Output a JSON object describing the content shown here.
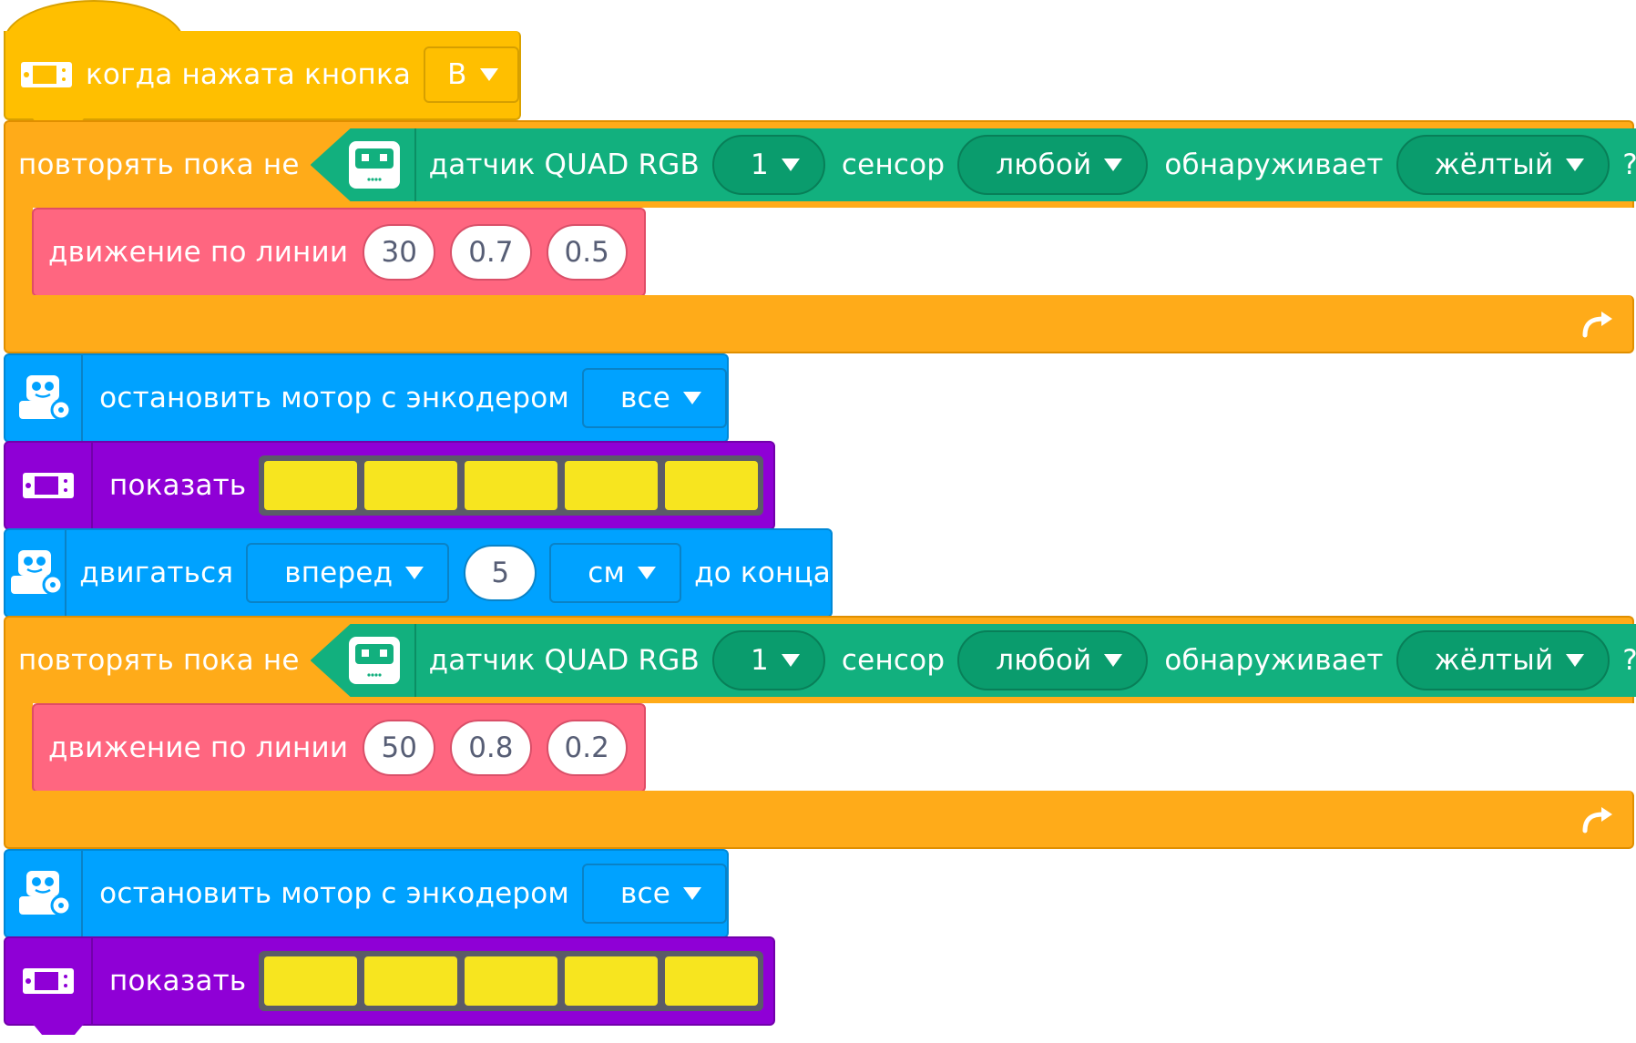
{
  "hat": {
    "label": "когда нажата кнопка",
    "button_value": "B",
    "icon": "board-icon"
  },
  "loops": [
    {
      "label": "повторять пока не",
      "condition": {
        "icon": "quad-rgb-sensor-icon",
        "sensor_label": "датчик QUAD RGB",
        "port_value": "1",
        "sensor_word": "сенсор",
        "sensor_value": "любой",
        "detects_word": "обнаруживает",
        "color_value": "жёлтый",
        "qmark": "?"
      },
      "line": {
        "label": "движение по линии",
        "speed": "30",
        "kp": "0.7",
        "kd": "0.5"
      }
    },
    {
      "label": "повторять пока не",
      "condition": {
        "icon": "quad-rgb-sensor-icon",
        "sensor_label": "датчик QUAD RGB",
        "port_value": "1",
        "sensor_word": "сенсор",
        "sensor_value": "любой",
        "detects_word": "обнаруживает",
        "color_value": "жёлтый",
        "qmark": "?"
      },
      "line": {
        "label": "движение по линии",
        "speed": "50",
        "kp": "0.8",
        "kd": "0.2"
      }
    }
  ],
  "stop_motor": [
    {
      "label": "остановить мотор с энкодером",
      "value": "все",
      "icon": "robot-icon"
    },
    {
      "label": "остановить мотор с энкодером",
      "value": "все",
      "icon": "robot-icon"
    }
  ],
  "show": [
    {
      "label": "показать",
      "icon": "board-icon",
      "leds": [
        "yellow",
        "yellow",
        "yellow",
        "yellow",
        "yellow"
      ]
    },
    {
      "label": "показать",
      "icon": "board-icon",
      "leds": [
        "yellow",
        "yellow",
        "yellow",
        "yellow",
        "yellow"
      ]
    }
  ],
  "move": {
    "label": "двигаться",
    "direction_value": "вперед",
    "distance_value": "5",
    "unit_value": "см",
    "suffix": "до конца",
    "icon": "robot-icon"
  },
  "colors": {
    "events": "#ffbf00",
    "control": "#ffab19",
    "sensor": "#12b07e",
    "line": "#ff6680",
    "motion": "#00a2ff",
    "display": "#8f00d6",
    "led": "#f7e51f"
  }
}
